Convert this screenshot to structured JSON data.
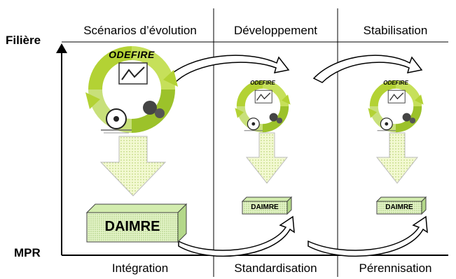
{
  "axis": {
    "top_label": "Filière",
    "bottom_label": "MPR"
  },
  "phases_top": [
    "Scénarios d’évolution",
    "Développement",
    "Stabilisation"
  ],
  "phases_bottom": [
    "Intégration",
    "Standardisation",
    "Pérennisation"
  ],
  "emblem_text": "ODEFIRE",
  "box_text": "DAIMRE",
  "colors": {
    "cycle_green": "#b3d234",
    "arrow_fill": "#f1f8c8",
    "box_fill": "#eaf7d0",
    "line": "#000000"
  }
}
